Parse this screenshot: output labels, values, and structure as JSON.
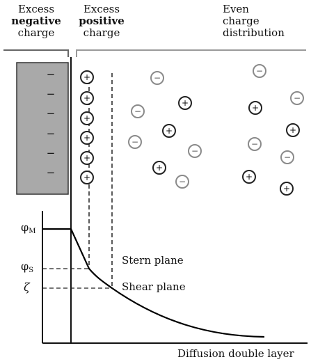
{
  "headers": {
    "negative": {
      "line1": "Excess",
      "line2": "negative",
      "line3": "charge"
    },
    "positive": {
      "line1": "Excess",
      "line2": "positive",
      "line3": "charge"
    },
    "even": {
      "line1": "Even",
      "line2": "charge",
      "line3": "distribution"
    }
  },
  "electrode": {
    "charge_symbol": "−",
    "charge_count": 6,
    "fill_color": "#a9a9a9"
  },
  "ions": {
    "positive_symbol": "+",
    "negative_symbol": "−",
    "positive_color": "#222222",
    "negative_color": "#8a8a8a",
    "stern_layer_count": 6
  },
  "potential_labels": {
    "phi_m": {
      "symbol": "φ",
      "subscript": "M"
    },
    "phi_s": {
      "symbol": "φ",
      "subscript": "S"
    },
    "zeta": "ζ"
  },
  "plane_labels": {
    "stern": "Stern plane",
    "shear": "Shear plane"
  },
  "footer": {
    "caption": "Diffusion double layer"
  }
}
